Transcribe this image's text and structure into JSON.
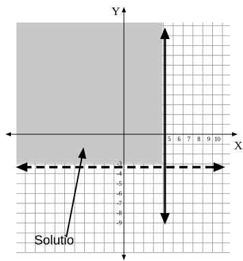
{
  "axes": {
    "x_label": "X",
    "y_label": "Y",
    "x_tick_labels": [
      "5",
      "6",
      "7",
      "8",
      "9",
      "10"
    ],
    "y_tick_labels": [
      "-3",
      "-4",
      "-5",
      "-6",
      "-7",
      "-8",
      "-9"
    ]
  },
  "lines": {
    "vertical": {
      "style": "solid",
      "color": "#000000"
    },
    "horizontal": {
      "style": "dashed",
      "color": "#000000"
    }
  },
  "region": {
    "fill_color": "#c8c8c8"
  },
  "callout": {
    "label": "Solutio"
  }
}
